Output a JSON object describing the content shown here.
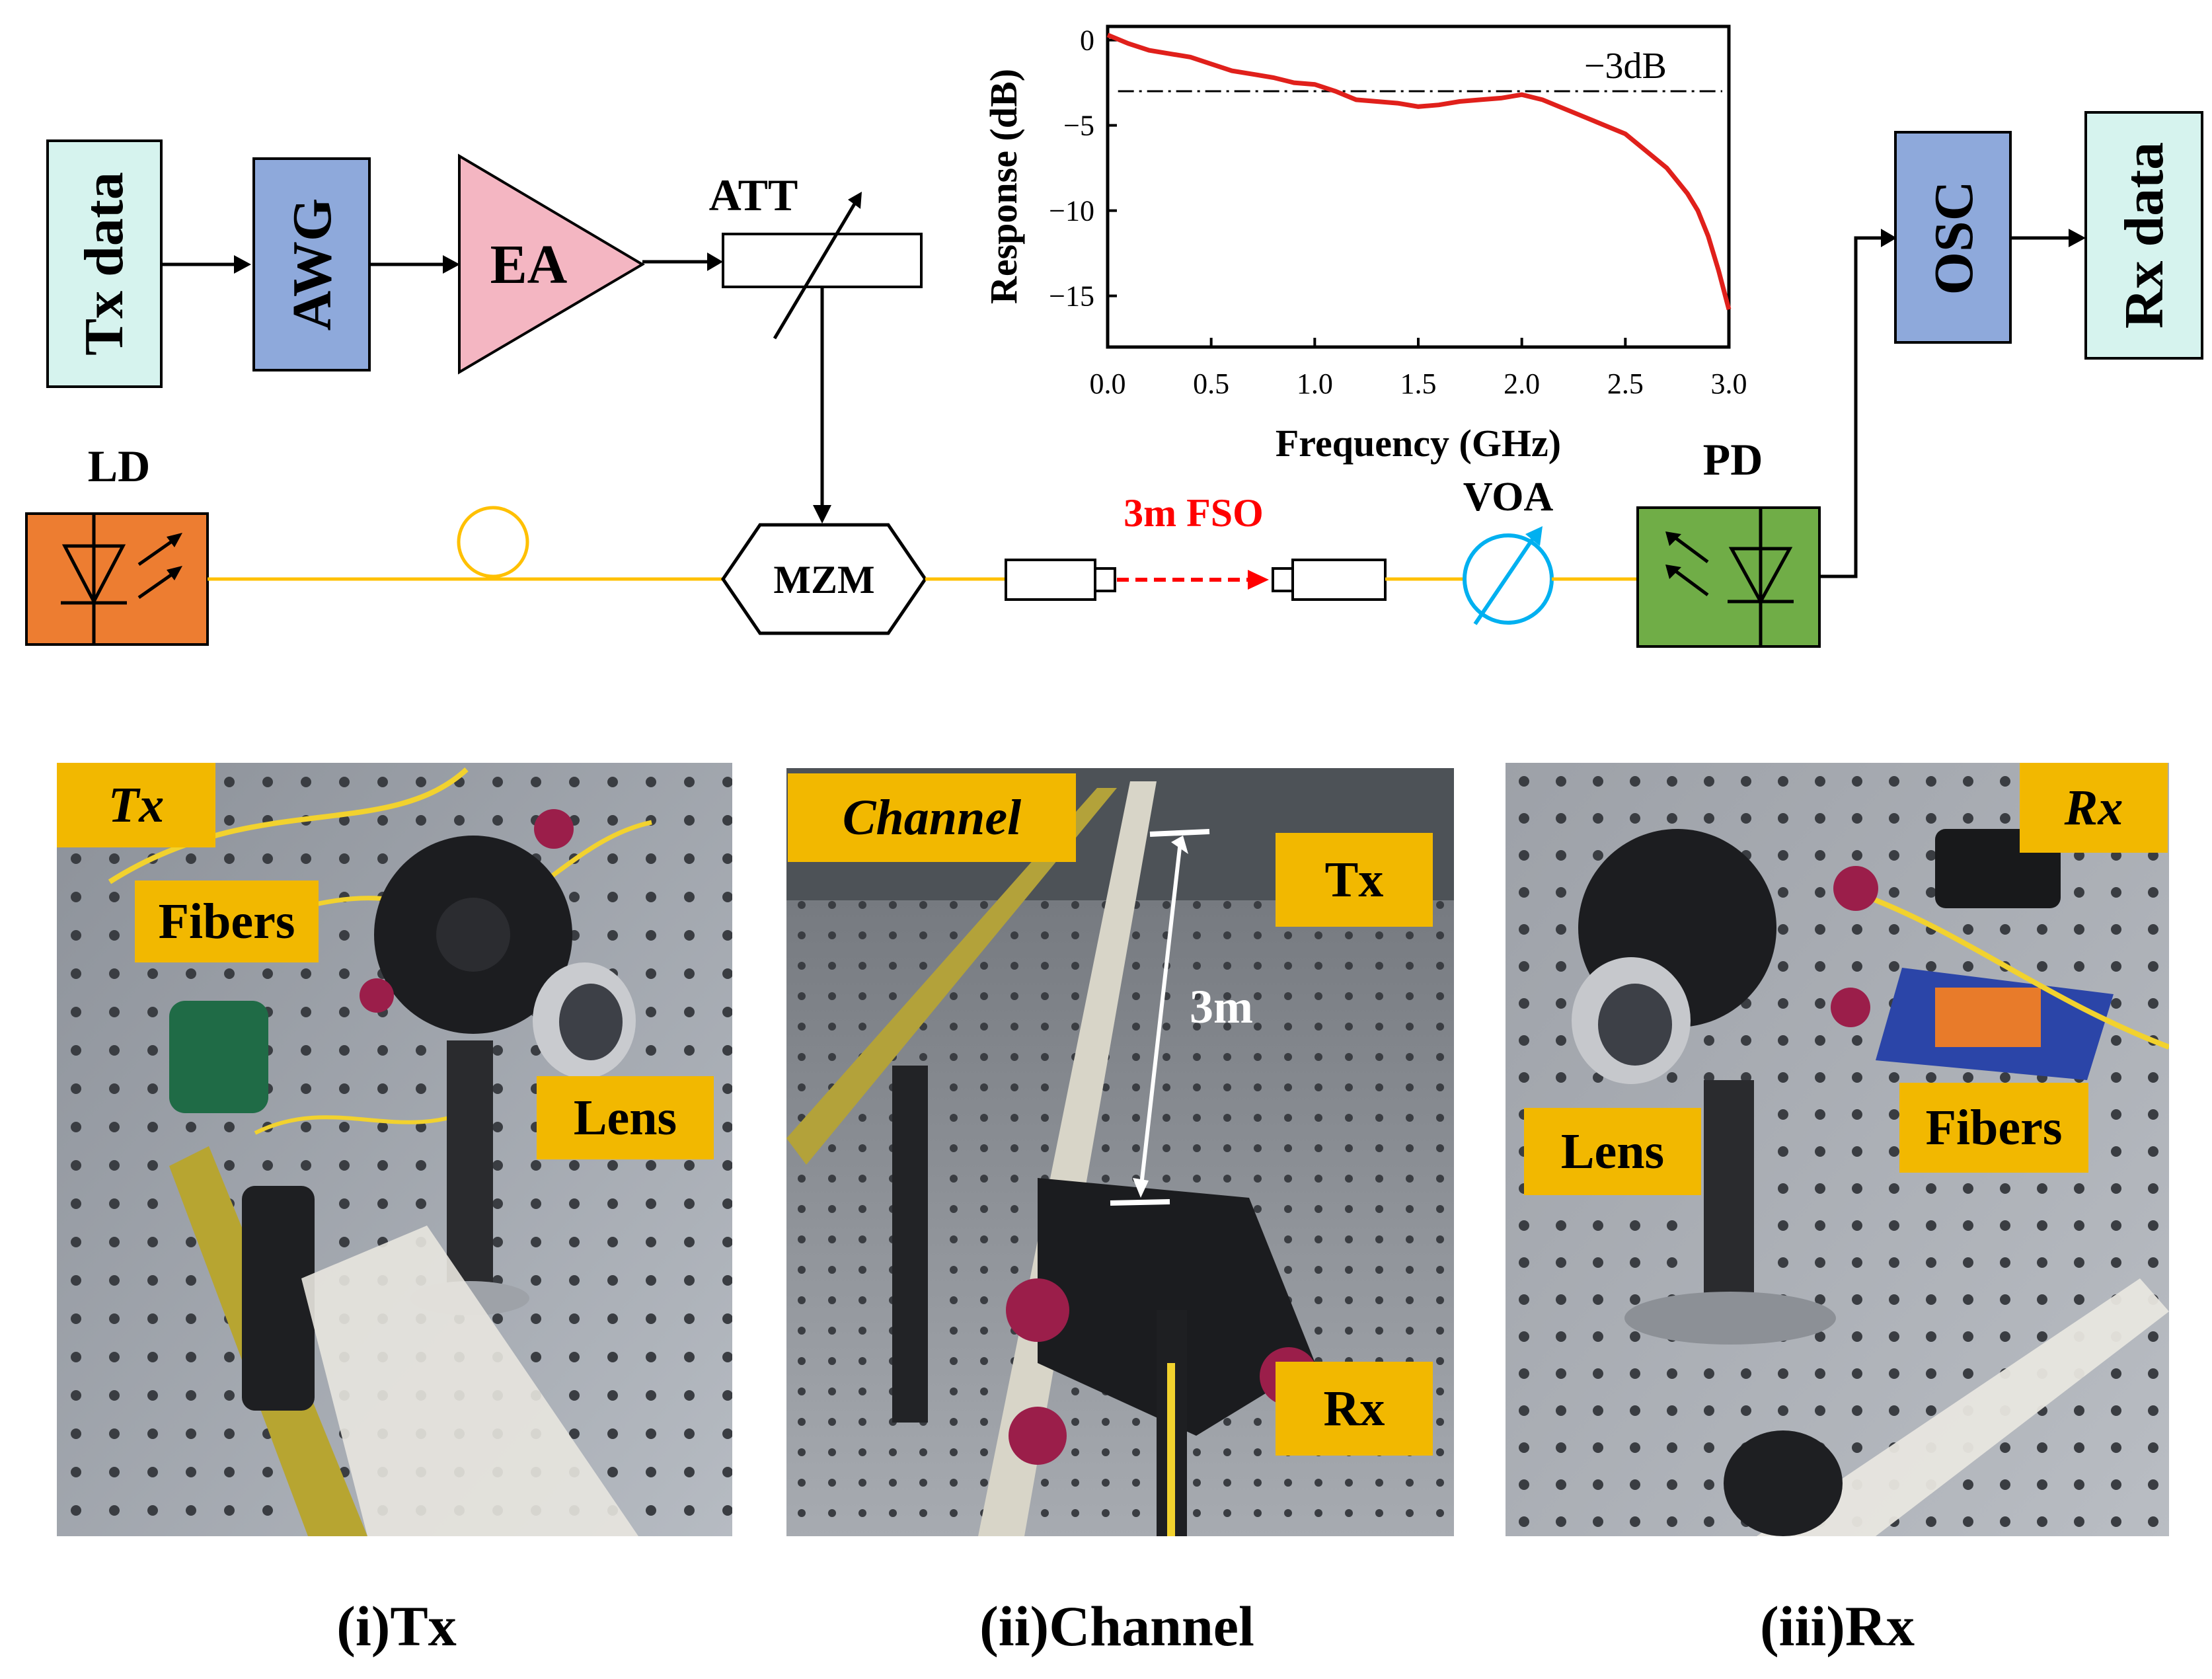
{
  "blocks": {
    "tx_data": "Tx data",
    "awg": "AWG",
    "ea": "EA",
    "att": "ATT",
    "ld": "LD",
    "mzm": "MZM",
    "fso": "3m FSO",
    "voa": "VOA",
    "pd": "PD",
    "osc": "OSC",
    "rx_data": "Rx data"
  },
  "colors": {
    "tx_data_fill": "#D6F3EE",
    "awg_fill": "#8EA9DB",
    "ea_fill": "#F4B6C2",
    "ld_fill": "#ED7D31",
    "pd_fill": "#70AD47",
    "osc_fill": "#8EA9DB",
    "rx_data_fill": "#D6F3EE",
    "fiber": "#FFC000",
    "fso_beam": "#FF0000",
    "voa": "#00B0F0",
    "curve": "#E0201B",
    "tag": "#F2B800"
  },
  "chart_data": {
    "type": "line",
    "xlabel": "Frequency (GHz)",
    "ylabel": "Response (dB)",
    "xlim": [
      0,
      3.0
    ],
    "ylim": [
      -18,
      0.8
    ],
    "xticks": [
      "0.0",
      "0.5",
      "1.0",
      "1.5",
      "2.0",
      "2.5",
      "3.0"
    ],
    "yticks": [
      "0",
      "-5",
      "-10",
      "-15"
    ],
    "series": [
      {
        "x": [
          0.0,
          0.1,
          0.2,
          0.3,
          0.4,
          0.5,
          0.6,
          0.7,
          0.8,
          0.9,
          1.0,
          1.1,
          1.2,
          1.3,
          1.4,
          1.5,
          1.6,
          1.7,
          1.8,
          1.9,
          2.0,
          2.1,
          2.2,
          2.3,
          2.4,
          2.5,
          2.6,
          2.7,
          2.8,
          2.85,
          2.9,
          2.95,
          3.0
        ],
        "values": [
          0.3,
          -0.2,
          -0.6,
          -0.8,
          -1.0,
          -1.4,
          -1.8,
          -2.0,
          -2.2,
          -2.5,
          -2.6,
          -3.0,
          -3.5,
          -3.6,
          -3.7,
          -3.9,
          -3.8,
          -3.6,
          -3.5,
          -3.4,
          -3.2,
          -3.5,
          -4.0,
          -4.5,
          -5.0,
          -5.5,
          -6.5,
          -7.5,
          -9.0,
          -10.0,
          -11.5,
          -13.5,
          -15.8
        ]
      }
    ],
    "reference_line": {
      "y": -3,
      "label": "−3dB",
      "style": "dash-dot"
    },
    "grid": false
  },
  "photos": {
    "tx": {
      "corner_tag": "Tx",
      "labels": [
        "Fibers",
        "Lens"
      ],
      "caption": "(i)Tx"
    },
    "channel": {
      "corner_tag": "Channel",
      "labels": [
        "Tx",
        "3m",
        "Rx"
      ],
      "caption": "(ii)Channel"
    },
    "rx": {
      "corner_tag": "Rx",
      "labels": [
        "Lens",
        "Fibers"
      ],
      "caption": "(iii)Rx"
    }
  }
}
